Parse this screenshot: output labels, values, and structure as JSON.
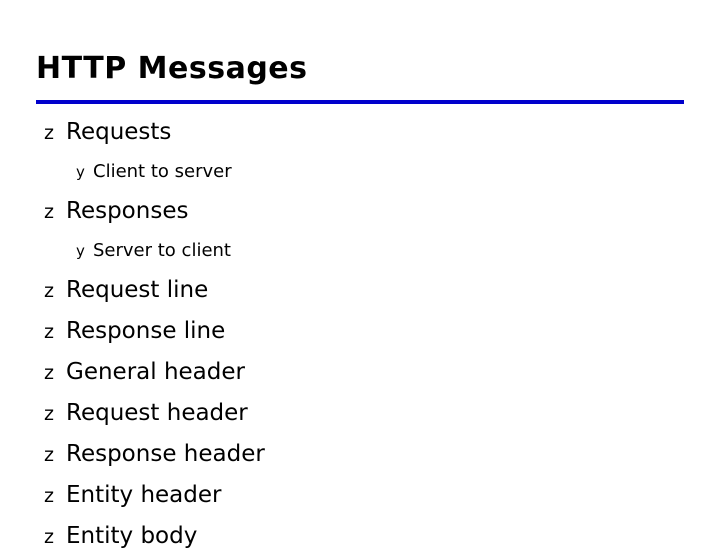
{
  "slide": {
    "title": "HTTP Messages",
    "rule_color": "#0000cc",
    "text_color": "#000000",
    "background": "#ffffff",
    "bullets": [
      {
        "level": 1,
        "marker": "z",
        "text": "Requests"
      },
      {
        "level": 2,
        "marker": "y",
        "text": "Client to server"
      },
      {
        "level": 1,
        "marker": "z",
        "text": "Responses"
      },
      {
        "level": 2,
        "marker": "y",
        "text": "Server to client"
      },
      {
        "level": 1,
        "marker": "z",
        "text": "Request line"
      },
      {
        "level": 1,
        "marker": "z",
        "text": "Response line"
      },
      {
        "level": 1,
        "marker": "z",
        "text": "General header"
      },
      {
        "level": 1,
        "marker": "z",
        "text": "Request header"
      },
      {
        "level": 1,
        "marker": "z",
        "text": "Response header"
      },
      {
        "level": 1,
        "marker": "z",
        "text": "Entity header"
      },
      {
        "level": 1,
        "marker": "z",
        "text": "Entity body"
      }
    ]
  }
}
